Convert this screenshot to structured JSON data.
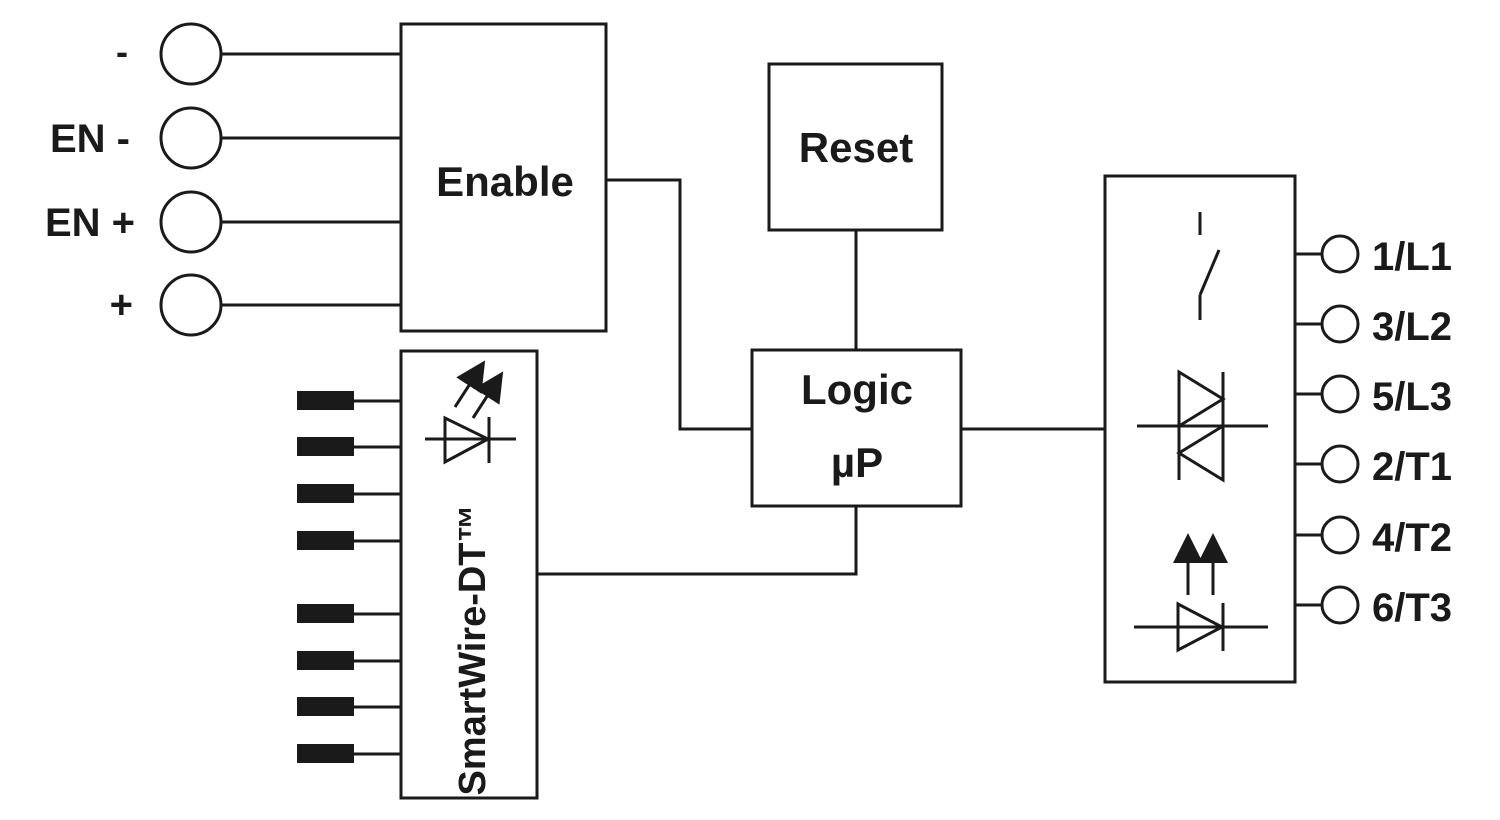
{
  "diagram": {
    "blocks": {
      "enable": "Enable",
      "reset": "Reset",
      "logic_line1": "Logic",
      "logic_line2": "µP",
      "smartwire": "SmartWire-DT™"
    },
    "left_terminals": [
      "-",
      "EN -",
      "EN +",
      "+"
    ],
    "right_terminals": [
      "1/L1",
      "3/L2",
      "5/L3",
      "2/T1",
      "4/T2",
      "6/T3"
    ],
    "icons": {
      "switch": "switch-contact-icon",
      "thyristor": "triac-thyristor-icon",
      "photo_led": "optocoupler-led-icon",
      "status_led": "status-led-icon"
    },
    "colors": {
      "ink": "#1a1a1a",
      "background": "#ffffff"
    }
  }
}
